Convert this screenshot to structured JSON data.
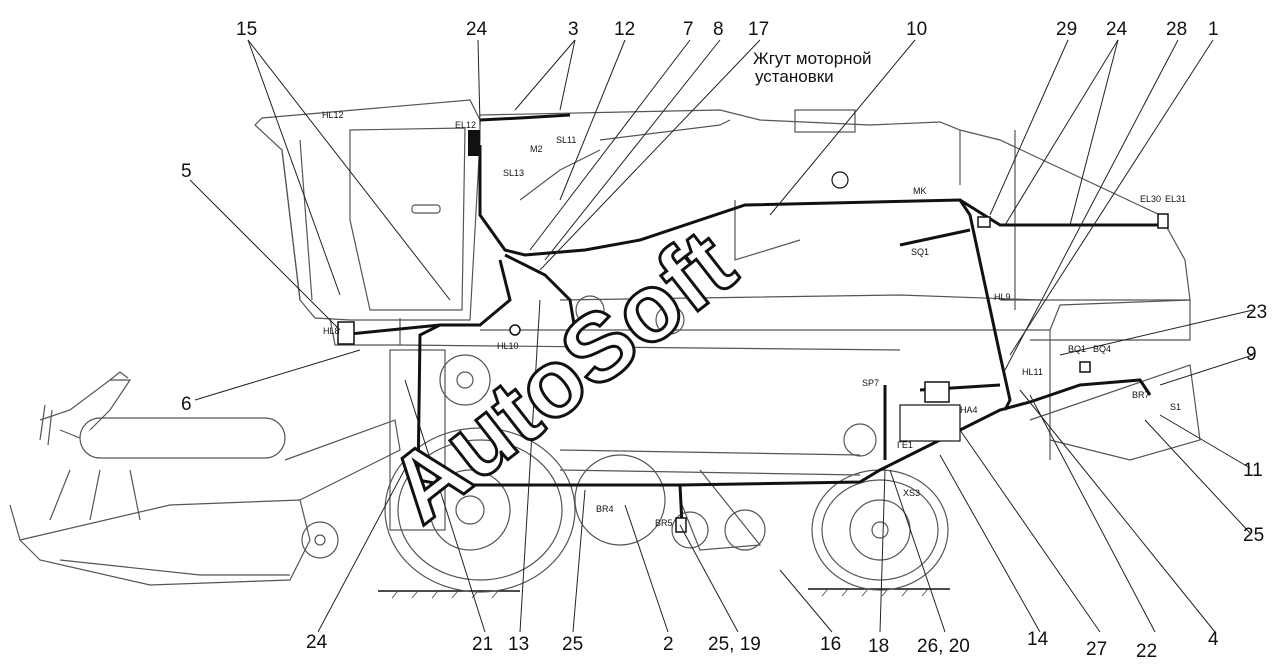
{
  "note": {
    "line1": "Жгут моторной",
    "line2": "установки"
  },
  "watermark": "AutoSoft",
  "callouts_top": [
    "15",
    "24",
    "3",
    "12",
    "7",
    "8",
    "17",
    "10",
    "29",
    "24",
    "28",
    "1"
  ],
  "callouts_left": [
    "5",
    "6"
  ],
  "callouts_right": [
    "23",
    "9",
    "11",
    "25"
  ],
  "callouts_bottom": [
    "24",
    "21",
    "13",
    "25",
    "2",
    "25, 19",
    "16",
    "18",
    "26, 20",
    "14",
    "27",
    "22",
    "4"
  ],
  "component_labels": {
    "hl12": "HL12",
    "el12": "EL12",
    "m2": "M2",
    "sl11": "SL11",
    "sl13": "SL13",
    "mk": "MK",
    "el30": "EL30",
    "el31": "EL31",
    "sq1": "SQ1",
    "hl9": "HL9",
    "hl10": "HL10",
    "hl8": "HL8",
    "hl11": "HL11",
    "bq1": "BQ1",
    "bq4": "BQ4",
    "br7": "BR7",
    "s1": "S1",
    "sp7": "SP7",
    "ha4": "HA4",
    "ge1": "ГЕ1",
    "xs3": "XS3",
    "br4": "BR4",
    "br5": "BR5"
  }
}
